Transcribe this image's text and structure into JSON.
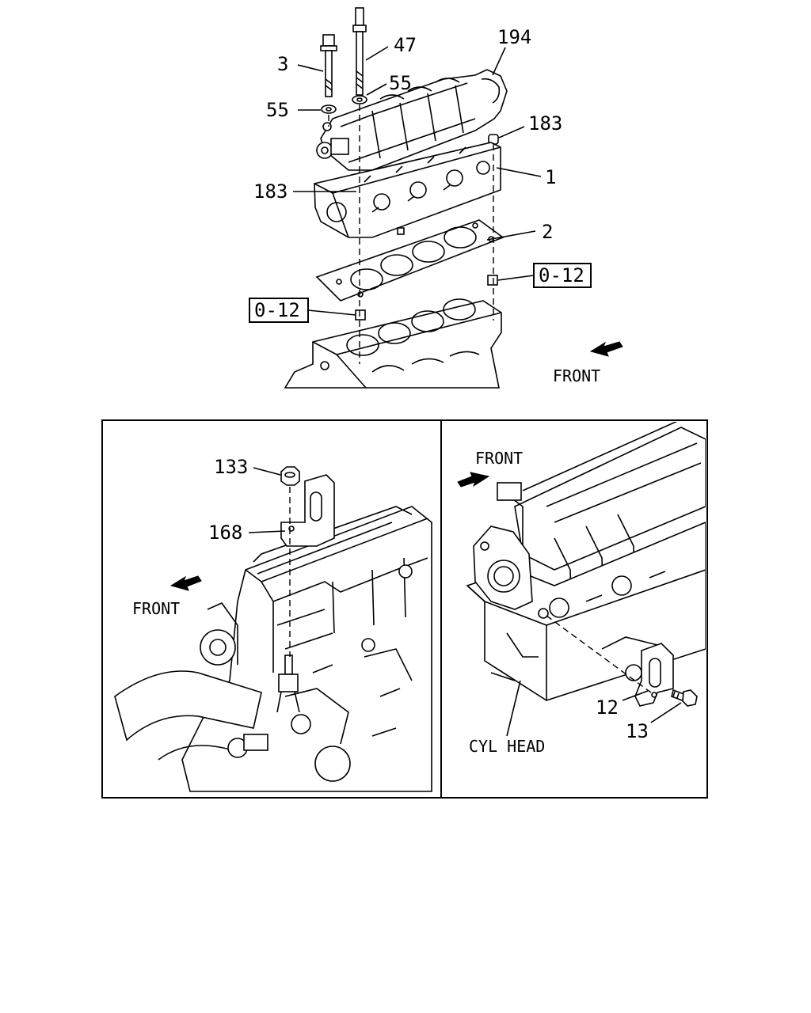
{
  "top_view": {
    "labels": {
      "bolt_short": "3",
      "bolt_long": "47",
      "washer_right": "55",
      "washer_left": "55",
      "cam_housing": "194",
      "dowel_upper": "183",
      "dowel_lower": "183",
      "cylinder_head": "1",
      "head_gasket": "2",
      "ref_right": "0-12",
      "ref_left": "0-12"
    },
    "front_label": "FRONT"
  },
  "left_panel": {
    "labels": {
      "nut": "133",
      "bracket": "168"
    },
    "front_label": "FRONT"
  },
  "right_panel": {
    "labels": {
      "bracket": "12",
      "bolt": "13"
    },
    "front_label": "FRONT",
    "caption": "CYL HEAD"
  }
}
